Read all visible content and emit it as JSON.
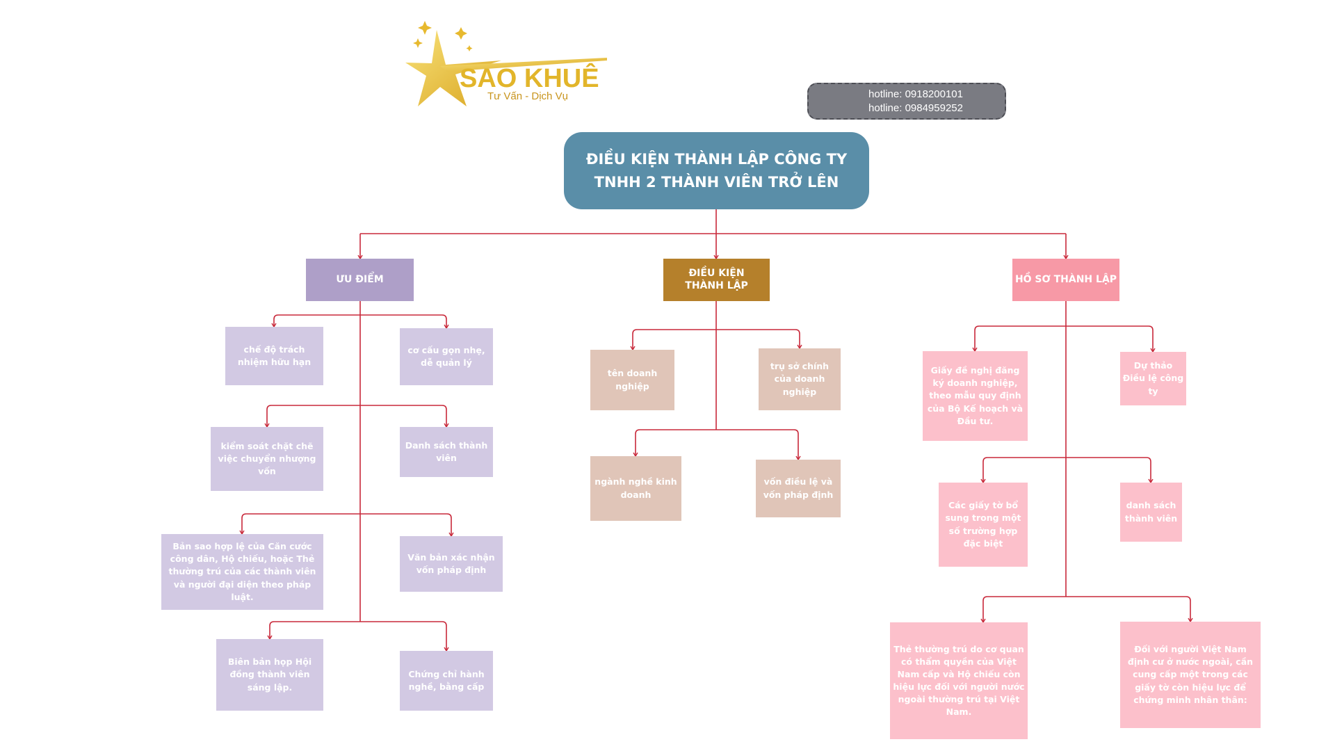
{
  "logo": {
    "name": "SAO KHUÊ",
    "tagline": "Tư Vấn - Dịch Vụ"
  },
  "hotlines": [
    "hotline: 0918200101",
    "hotline: 0984959252"
  ],
  "title": "ĐIỀU KIỆN THÀNH LẬP CÔNG TY TNHH 2 THÀNH VIÊN TRỞ LÊN",
  "colors": {
    "title": "#5a8ea8",
    "uu_diem": "#ae9fc8",
    "dieu_kien": "#b5802b",
    "ho_so": "#f799a6",
    "connector": "#c8283a"
  },
  "branches": [
    {
      "label": "ƯU ĐIỂM",
      "items": [
        "chế độ trách nhiệm hữu hạn",
        "cơ cấu gọn nhẹ, dễ quản lý",
        "kiểm soát chặt chẽ việc chuyển nhượng vốn",
        "Danh sách thành viên",
        "Bản sao hợp lệ của Căn cước công dân, Hộ chiếu, hoặc Thẻ thường trú của các thành viên và người đại diện theo pháp luật.",
        "Văn bản xác nhận vốn pháp định",
        "Biên bản họp Hội đồng thành viên sáng lập.",
        "Chứng chỉ hành nghề, bằng cấp"
      ]
    },
    {
      "label": "ĐIỀU KIỆN THÀNH LẬP",
      "items": [
        "tên doanh nghiệp",
        "trụ sở chính của doanh nghiệp",
        "ngành nghề kinh doanh",
        "vốn điều lệ và vốn pháp định"
      ]
    },
    {
      "label": "HỒ SƠ THÀNH LẬP",
      "items": [
        "Giấy đề nghị đăng ký doanh nghiệp, theo mẫu quy định của Bộ Kế hoạch và Đầu tư.",
        "Dự thảo Điều lệ công ty",
        "Các giấy tờ bổ sung trong một số trường hợp đặc biệt",
        "danh sách thành viên",
        "Thẻ thường trú do cơ quan có thẩm quyền của Việt Nam cấp và Hộ chiếu còn hiệu lực đối với người nước ngoài thường trú tại Việt Nam.",
        "Đối với người Việt Nam định cư ở nước ngoài, cần cung cấp một trong các giấy tờ còn hiệu lực để chứng minh nhân thân:"
      ]
    }
  ]
}
